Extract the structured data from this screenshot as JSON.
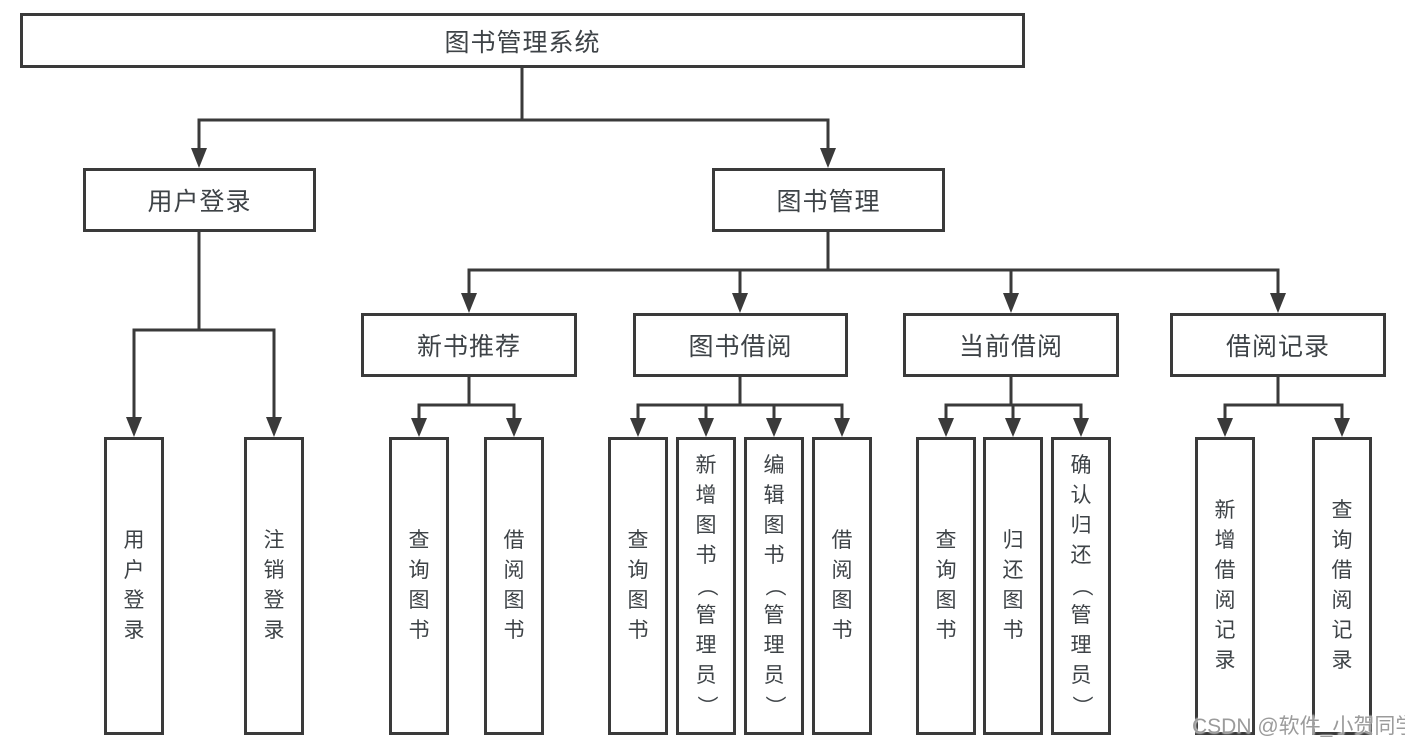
{
  "tree": {
    "root": {
      "label": "图书管理系统"
    },
    "login": {
      "label": "用户登录",
      "children": [
        "用户登录",
        "注销登录"
      ]
    },
    "manage": {
      "label": "图书管理",
      "modules": [
        {
          "label": "新书推荐",
          "children": [
            "查询图书",
            "借阅图书"
          ]
        },
        {
          "label": "图书借阅",
          "children": [
            "查询图书",
            "新增图书（管理员）",
            "编辑图书（管理员）",
            "借阅图书"
          ]
        },
        {
          "label": "当前借阅",
          "children": [
            "查询图书",
            "归还图书",
            "确认归还（管理员）"
          ]
        },
        {
          "label": "借阅记录",
          "children": [
            "新增借阅记录",
            "查询借阅记录"
          ]
        }
      ]
    }
  },
  "watermark": {
    "text": "CSDN @软件_小贺同学"
  },
  "colors": {
    "line": "#3a3a3a",
    "box_border": "#3a3a3a",
    "text": "#3e4347",
    "background": "#ffffff",
    "watermark": "#9b9b9b"
  }
}
